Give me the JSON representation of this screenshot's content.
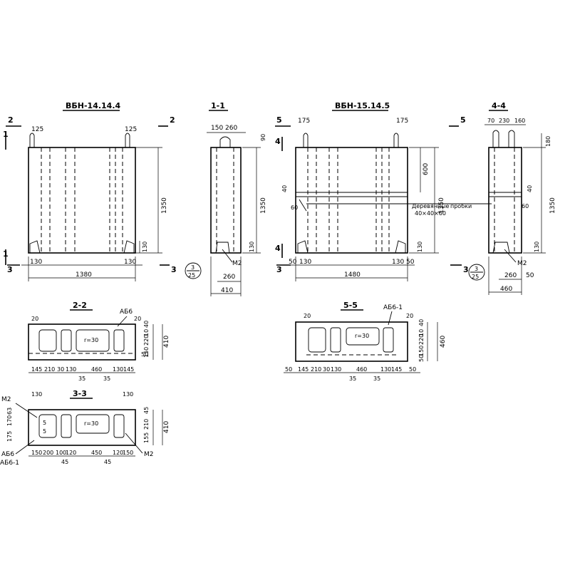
{
  "titles": {
    "vbn14": "ВБН-14.14.4",
    "s11": "1-1",
    "vbn15": "ВБН-15.14.5",
    "s44": "4-4",
    "s22": "2-2",
    "s55": "5-5",
    "s33": "3-3"
  },
  "markers": {
    "m1": "1",
    "m2": "2",
    "m3": "3",
    "m4": "4",
    "m5": "5",
    "ref_num": "3",
    "ref_den": "25"
  },
  "dims": {
    "d125": "125",
    "d130": "130",
    "d150": "150",
    "d260": "260",
    "d90": "90",
    "d1350": "1350",
    "d1380": "1380",
    "d410": "410",
    "d175": "175",
    "d600": "600",
    "d40": "40",
    "d60": "60",
    "d50": "50",
    "d1480": "1480",
    "d70": "70",
    "d230": "230",
    "d160": "160",
    "d180": "180",
    "d460": "460",
    "d20": "20",
    "d10": "10",
    "d220": "220",
    "d145": "145",
    "d210": "210",
    "d30": "30",
    "d35": "35",
    "d45": "45",
    "d200": "200",
    "d100": "100",
    "d120": "120",
    "d170": "170",
    "d155": "155",
    "d63": "63",
    "d5": "5"
  },
  "labels": {
    "ab6": "АБ6",
    "ab61": "АБ6-1",
    "m2": "М2",
    "wood_plugs": "Деревянные",
    "plugs": "пробки",
    "plug_size": "40×40×60",
    "r30": "r=30"
  }
}
